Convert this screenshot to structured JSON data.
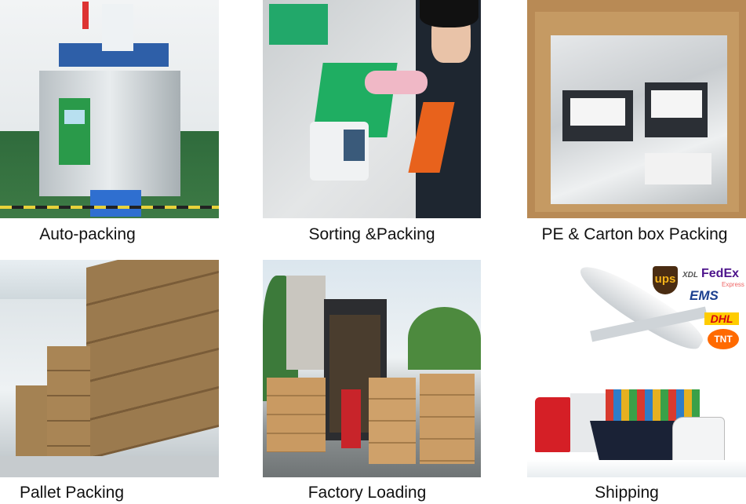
{
  "captions": {
    "auto_packing": "Auto-packing",
    "sorting_packing": "Sorting &Packing",
    "pe_carton": "PE & Carton box Packing",
    "pallet_packing": "Pallet Packing",
    "factory_loading": "Factory Loading",
    "shipping": "Shipping"
  },
  "shipping_logos": {
    "ups": "ups",
    "xdl": "XDL",
    "fedex": "FedEx",
    "fedex_sub": "Express",
    "ems": "EMS",
    "dhl": "DHL",
    "tnt": "TNT"
  }
}
